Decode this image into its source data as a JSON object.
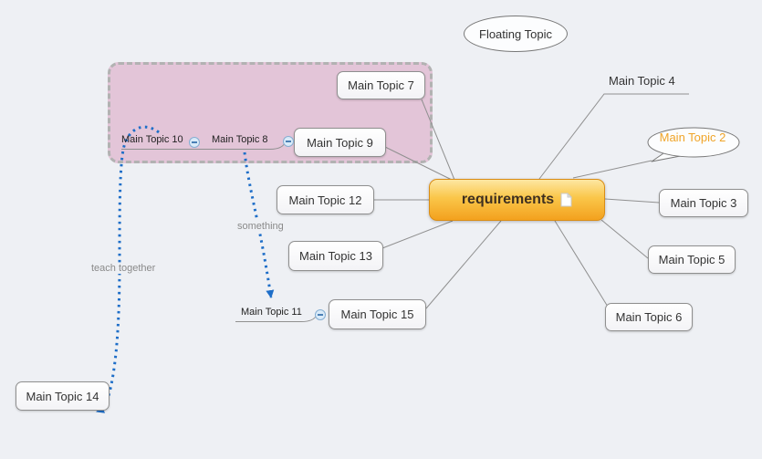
{
  "app": {
    "name": "mind-map-canvas"
  },
  "topics": {
    "central": "requirements",
    "floating": "Floating Topic",
    "t2": "Main Topic 2",
    "t3": "Main Topic 3",
    "t4": "Main Topic 4",
    "t5": "Main Topic 5",
    "t6": "Main Topic 6",
    "t7": "Main Topic 7",
    "t8": "Main Topic 8",
    "t9": "Main Topic 9",
    "t10": "Main Topic 10",
    "t11": "Main Topic 11",
    "t12": "Main Topic 12",
    "t13": "Main Topic 13",
    "t14": "Main Topic 14",
    "t15": "Main Topic 15"
  },
  "relationships": {
    "r1": "teach together",
    "r2": "something"
  },
  "icons": {
    "central_attachment": "notes-icon",
    "collapse": "minus-icon"
  },
  "colors": {
    "background": "#eef0f4",
    "central_fill_top": "#fde7a2",
    "central_fill_bottom": "#f3a11e",
    "central_border": "#d98d16",
    "topic2_text": "#f0a428",
    "relationship_blue": "#1e6ec8",
    "boundary_fill": "#e3c5d8",
    "connection_gray": "#909090"
  }
}
